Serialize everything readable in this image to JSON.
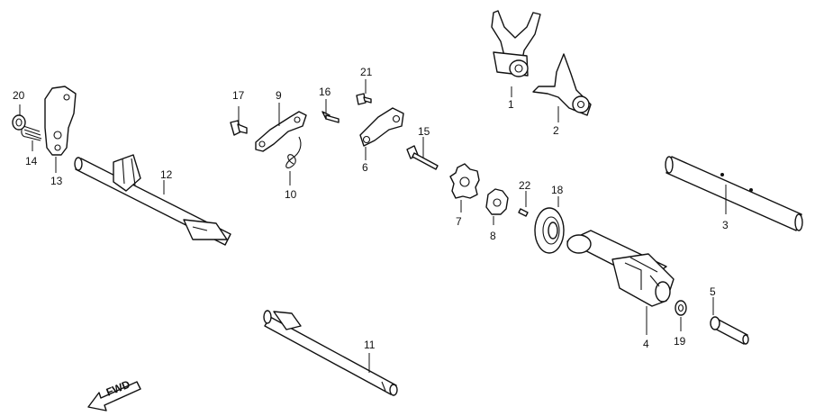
{
  "callouts": {
    "p1": "1",
    "p2": "2",
    "p3": "3",
    "p4": "4",
    "p5": "5",
    "p6": "6",
    "p7": "7",
    "p8": "8",
    "p9": "9",
    "p10": "10",
    "p11": "11",
    "p12": "12",
    "p13": "13",
    "p14": "14",
    "p15": "15",
    "p16": "16",
    "p17": "17",
    "p18": "18",
    "p19": "19",
    "p20": "20",
    "p21": "21",
    "p22": "22"
  },
  "direction": {
    "label": "FWD",
    "icon": "arrow-left-down-icon"
  },
  "colors": {
    "ink": "#111111",
    "paper": "#ffffff"
  }
}
